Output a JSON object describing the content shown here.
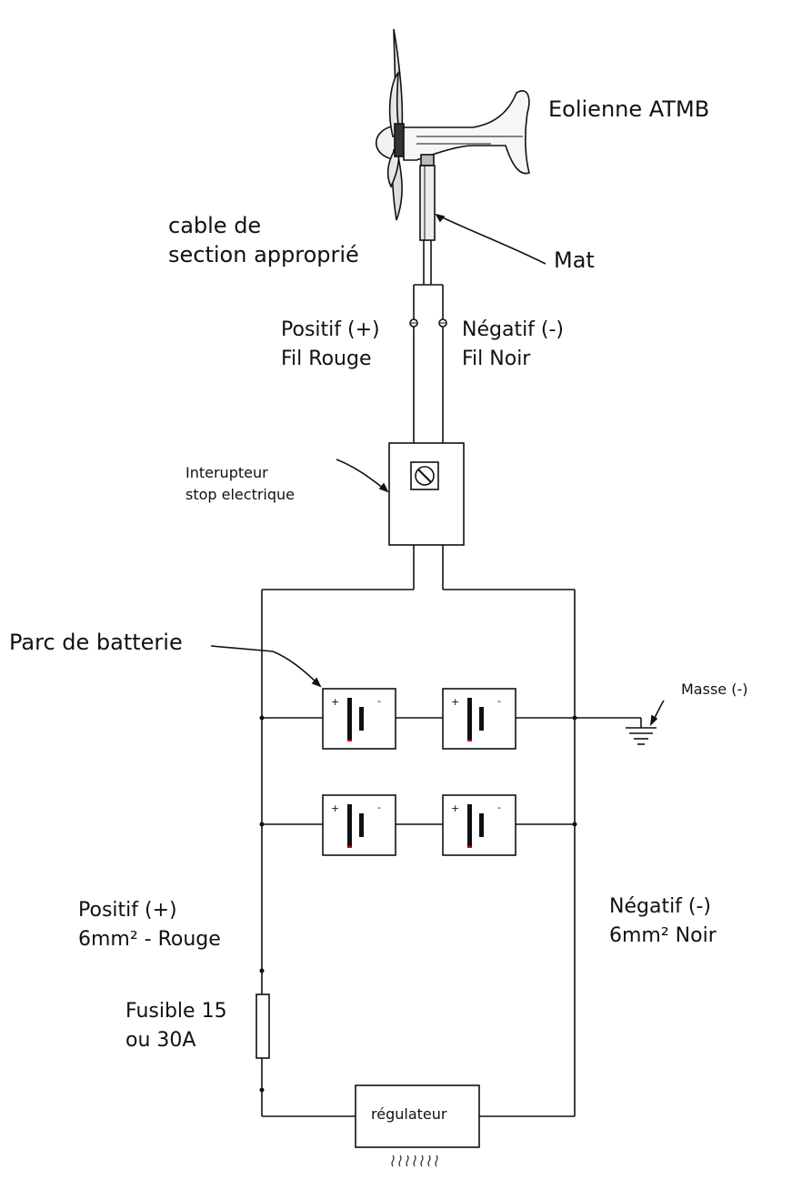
{
  "labels": {
    "turbine": "Eolienne ATMB",
    "cable_line1": "cable de",
    "cable_line2": "section approprié",
    "mast": "Mat",
    "positive_top_line1": "Positif (+)",
    "positive_top_line2": "Fil Rouge",
    "negative_top_line1": "Négatif (-)",
    "negative_top_line2": "Fil Noir",
    "switch_line1": "Interupteur",
    "switch_line2": "stop electrique",
    "battery_bank": "Parc de batterie",
    "ground": "Masse (-)",
    "positive_bottom_line1": "Positif (+)",
    "positive_bottom_line2": "6mm² - Rouge",
    "negative_bottom_line1": "Négatif (-)",
    "negative_bottom_line2": "6mm² Noir",
    "fuse_line1": "Fusible 15",
    "fuse_line2": "ou 30A",
    "regulator": "régulateur"
  },
  "battery_terminals": {
    "plus": "+",
    "minus": "-"
  },
  "colors": {
    "line": "#111111",
    "positive_mark": "#cc0000"
  }
}
